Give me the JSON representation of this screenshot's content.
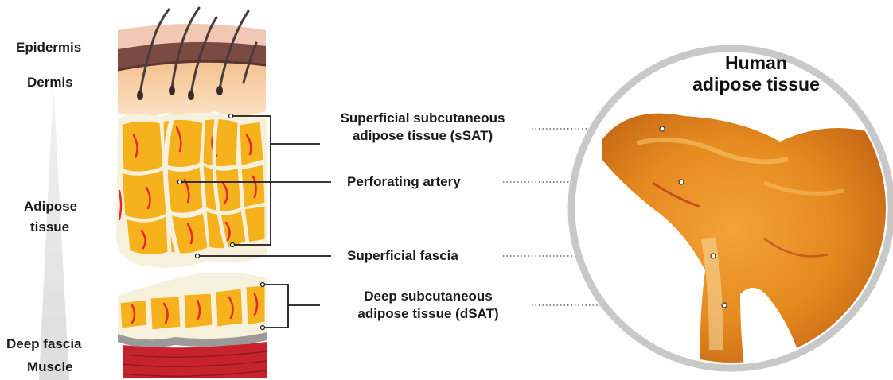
{
  "layers": {
    "epidermis": "Epidermis",
    "dermis": "Dermis",
    "adipose_line1": "Adipose",
    "adipose_line2": "tissue",
    "deep_fascia": "Deep fascia",
    "muscle": "Muscle"
  },
  "annotations": {
    "ssat_line1": "Superficial subcutaneous",
    "ssat_line2": "adipose tissue (sSAT)",
    "perforating_artery": "Perforating artery",
    "superficial_fascia": "Superficial fascia",
    "dsat_line1": "Deep subcutaneous",
    "dsat_line2": "adipose tissue (dSAT)"
  },
  "photo": {
    "title_line1": "Human",
    "title_line2": "adipose tissue"
  },
  "colors": {
    "fat_yellow": "#f5b21c",
    "fat_light": "#fbcf4a",
    "vessel_red": "#e8262b",
    "skin_pink": "#f2c9b4",
    "dermis_peach": "#f6c797",
    "fascia_cream": "#f5f1dc",
    "muscle_red": "#c8232c",
    "ring_gray": "#c8c8c8"
  }
}
